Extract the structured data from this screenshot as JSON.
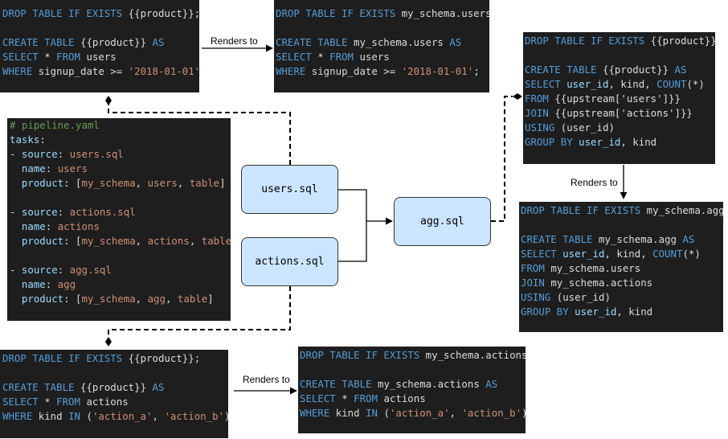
{
  "renders_label": "Renders to",
  "nodes": {
    "users": "users.sql",
    "actions": "actions.sql",
    "agg": "agg.sql"
  },
  "pipeline": [
    [
      [
        "cm",
        "# pipeline.yaml"
      ]
    ],
    [
      [
        "ky",
        "tasks"
      ],
      [
        "",
        "："
      ]
    ],
    [
      [
        "",
        "- "
      ],
      [
        "ky",
        "source"
      ],
      [
        "",
        ": "
      ],
      [
        "st",
        "users.sql"
      ]
    ],
    [
      [
        "",
        "  "
      ],
      [
        "ky",
        "name"
      ],
      [
        "",
        ": "
      ],
      [
        "st",
        "users"
      ]
    ],
    [
      [
        "",
        "  "
      ],
      [
        "ky",
        "product"
      ],
      [
        "",
        ": ["
      ],
      [
        "st",
        "my_schema"
      ],
      [
        "",
        ", "
      ],
      [
        "st",
        "users"
      ],
      [
        "",
        ", "
      ],
      [
        "st",
        "table"
      ],
      [
        "",
        "]"
      ]
    ],
    [],
    [
      [
        "",
        "- "
      ],
      [
        "ky",
        "source"
      ],
      [
        "",
        ": "
      ],
      [
        "st",
        "actions.sql"
      ]
    ],
    [
      [
        "",
        "  "
      ],
      [
        "ky",
        "name"
      ],
      [
        "",
        ": "
      ],
      [
        "st",
        "actions"
      ]
    ],
    [
      [
        "",
        "  "
      ],
      [
        "ky",
        "product"
      ],
      [
        "",
        ": ["
      ],
      [
        "st",
        "my_schema"
      ],
      [
        "",
        ", "
      ],
      [
        "st",
        "actions"
      ],
      [
        "",
        ", "
      ],
      [
        "st",
        "table"
      ],
      [
        "",
        "]"
      ]
    ],
    [],
    [
      [
        "",
        "- "
      ],
      [
        "ky",
        "source"
      ],
      [
        "",
        ": "
      ],
      [
        "st",
        "agg.sql"
      ]
    ],
    [
      [
        "",
        "  "
      ],
      [
        "ky",
        "name"
      ],
      [
        "",
        ": "
      ],
      [
        "st",
        "agg"
      ]
    ],
    [
      [
        "",
        "  "
      ],
      [
        "ky",
        "product"
      ],
      [
        "",
        ": ["
      ],
      [
        "st",
        "my_schema"
      ],
      [
        "",
        ", "
      ],
      [
        "st",
        "agg"
      ],
      [
        "",
        ", "
      ],
      [
        "st",
        "table"
      ],
      [
        "",
        "]"
      ]
    ]
  ],
  "users_template": [
    [
      [
        "kw",
        "DROP TABLE IF EXISTS "
      ],
      [
        "",
        "{{product}};"
      ]
    ],
    [],
    [
      [
        "kw",
        "CREATE TABLE "
      ],
      [
        "",
        "{{product}} "
      ],
      [
        "kw",
        "AS"
      ]
    ],
    [
      [
        "kw",
        "SELECT "
      ],
      [
        "",
        "* "
      ],
      [
        "kw",
        "FROM "
      ],
      [
        "",
        "users"
      ]
    ],
    [
      [
        "kw",
        "WHERE "
      ],
      [
        "",
        "signup_date >= "
      ],
      [
        "st",
        "'2018-01-01'"
      ],
      [
        "",
        ";"
      ]
    ]
  ],
  "users_rendered": [
    [
      [
        "kw",
        "DROP TABLE IF EXISTS "
      ],
      [
        "",
        "my_schema.users;"
      ]
    ],
    [],
    [
      [
        "kw",
        "CREATE TABLE "
      ],
      [
        "",
        "my_schema.users "
      ],
      [
        "kw",
        "AS"
      ]
    ],
    [
      [
        "kw",
        "SELECT "
      ],
      [
        "",
        "* "
      ],
      [
        "kw",
        "FROM "
      ],
      [
        "",
        "users"
      ]
    ],
    [
      [
        "kw",
        "WHERE "
      ],
      [
        "",
        "signup_date >= "
      ],
      [
        "st",
        "'2018-01-01'"
      ],
      [
        "",
        ";"
      ]
    ]
  ],
  "agg_template": [
    [
      [
        "kw",
        "DROP TABLE IF EXISTS "
      ],
      [
        "",
        "{{product}};"
      ]
    ],
    [],
    [
      [
        "kw",
        "CREATE TABLE "
      ],
      [
        "",
        "{{product}} "
      ],
      [
        "kw",
        "AS"
      ]
    ],
    [
      [
        "kw",
        "SELECT "
      ],
      [
        "ky",
        "user_id"
      ],
      [
        "",
        ", kind, "
      ],
      [
        "kw",
        "COUNT"
      ],
      [
        "",
        "(*)"
      ]
    ],
    [
      [
        "kw",
        "FROM "
      ],
      [
        "",
        "{{upstream['users']}}"
      ]
    ],
    [
      [
        "kw",
        "JOIN "
      ],
      [
        "",
        "{{upstream['actions']}}"
      ]
    ],
    [
      [
        "kw",
        "USING "
      ],
      [
        "",
        "(user_id)"
      ]
    ],
    [
      [
        "kw",
        "GROUP BY "
      ],
      [
        "ky",
        "user_id"
      ],
      [
        "",
        ", kind"
      ]
    ]
  ],
  "agg_rendered": [
    [
      [
        "kw",
        "DROP TABLE IF EXISTS "
      ],
      [
        "",
        "my_schema.agg;"
      ]
    ],
    [],
    [
      [
        "kw",
        "CREATE TABLE "
      ],
      [
        "",
        "my_schema.agg "
      ],
      [
        "kw",
        "AS"
      ]
    ],
    [
      [
        "kw",
        "SELECT "
      ],
      [
        "ky",
        "user_id"
      ],
      [
        "",
        ", kind, "
      ],
      [
        "kw",
        "COUNT"
      ],
      [
        "",
        "(*)"
      ]
    ],
    [
      [
        "kw",
        "FROM "
      ],
      [
        "",
        "my_schema.users"
      ]
    ],
    [
      [
        "kw",
        "JOIN "
      ],
      [
        "",
        "my_schema.actions"
      ]
    ],
    [
      [
        "kw",
        "USING "
      ],
      [
        "",
        "(user_id)"
      ]
    ],
    [
      [
        "kw",
        "GROUP BY "
      ],
      [
        "ky",
        "user_id"
      ],
      [
        "",
        ", kind"
      ]
    ]
  ],
  "actions_template": [
    [
      [
        "kw",
        "DROP TABLE IF EXISTS "
      ],
      [
        "",
        "{{product}};"
      ]
    ],
    [],
    [
      [
        "kw",
        "CREATE TABLE "
      ],
      [
        "",
        "{{product}} "
      ],
      [
        "kw",
        "AS"
      ]
    ],
    [
      [
        "kw",
        "SELECT "
      ],
      [
        "",
        "* "
      ],
      [
        "kw",
        "FROM "
      ],
      [
        "",
        "actions"
      ]
    ],
    [
      [
        "kw",
        "WHERE "
      ],
      [
        "",
        "kind "
      ],
      [
        "kw",
        "IN "
      ],
      [
        "",
        "("
      ],
      [
        "st",
        "'action_a'"
      ],
      [
        "",
        ", "
      ],
      [
        "st",
        "'action_b'"
      ],
      [
        "",
        ");"
      ]
    ]
  ],
  "actions_rendered": [
    [
      [
        "kw",
        "DROP TABLE IF EXISTS "
      ],
      [
        "",
        "my_schema.actions;"
      ]
    ],
    [],
    [
      [
        "kw",
        "CREATE TABLE "
      ],
      [
        "",
        "my_schema.actions "
      ],
      [
        "kw",
        "AS"
      ]
    ],
    [
      [
        "kw",
        "SELECT "
      ],
      [
        "",
        "* "
      ],
      [
        "kw",
        "FROM "
      ],
      [
        "",
        "actions"
      ]
    ],
    [
      [
        "kw",
        "WHERE "
      ],
      [
        "",
        "kind "
      ],
      [
        "kw",
        "IN "
      ],
      [
        "",
        "("
      ],
      [
        "st",
        "'action_a'"
      ],
      [
        "",
        ", "
      ],
      [
        "st",
        "'action_b'"
      ],
      [
        "",
        ");"
      ]
    ]
  ]
}
